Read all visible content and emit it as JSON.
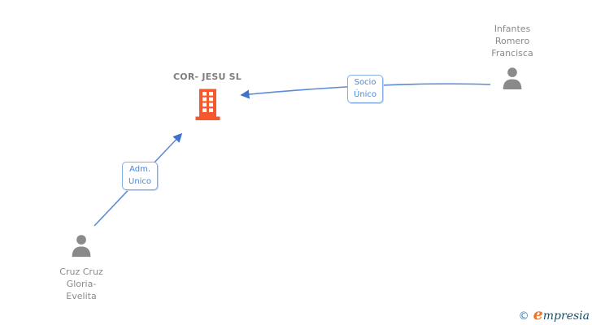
{
  "company": {
    "name": "COR- JESU SL"
  },
  "persons": {
    "top_right": {
      "name": "Infantes Romero Francisca",
      "line1": "Infantes",
      "line2": "Romero",
      "line3": "Francisca"
    },
    "bottom_left": {
      "name": "Cruz Cruz Gloria-Evelita",
      "line1": "Cruz Cruz",
      "line2": "Gloria-",
      "line3": "Evelita"
    }
  },
  "relations": {
    "socio": {
      "from": "Infantes Romero Francisca",
      "to": "COR- JESU SL",
      "line1": "Socio",
      "line2": "Único"
    },
    "adm": {
      "from": "Cruz Cruz Gloria-Evelita",
      "to": "COR- JESU SL",
      "line1": "Adm.",
      "line2": "Unico"
    }
  },
  "watermark": {
    "symbol": "©",
    "brand_initial": "e",
    "brand_rest": "mpresia"
  },
  "colors": {
    "building_orange": "#F4582D",
    "edge_blue": "#5B8BD9",
    "arrow_blue": "#3E72CE",
    "label_blue": "#4A86D8",
    "label_border_blue": "#85AFE5",
    "person_gray": "#8A8A8A",
    "title_gray": "#7E7E7E"
  }
}
